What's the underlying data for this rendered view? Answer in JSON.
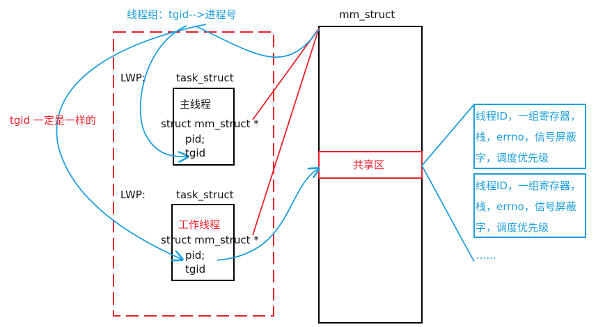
{
  "header_note": "线程组：tgid-->进程号",
  "mm_struct_label": "mm_struct",
  "shared_label": "共享区",
  "tgid_note": "tgid 一定是一样的",
  "threads": [
    {
      "lwp_label": "LWP:",
      "struct_label": "task_struct",
      "title": "主线程",
      "field_mm": "struct mm_struct *",
      "field_pid": "pid;",
      "field_tgid": "tgid"
    },
    {
      "lwp_label": "LWP:",
      "struct_label": "task_struct",
      "title": "工作线程",
      "field_mm": "struct mm_struct *",
      "field_pid": "pid;",
      "field_tgid": "tgid"
    }
  ],
  "private_info": [
    {
      "lines": [
        "线程ID，一组寄存器，",
        "栈，errno，信号屏蔽",
        "字，调度优先级"
      ]
    },
    {
      "lines": [
        "线程ID，一组寄存器，",
        "栈，errno，信号屏蔽",
        "字，调度优先级"
      ]
    }
  ],
  "ellipsis": "......",
  "colors": {
    "red": "#e8202a",
    "blue": "#1e9fdc",
    "black": "#111111"
  }
}
